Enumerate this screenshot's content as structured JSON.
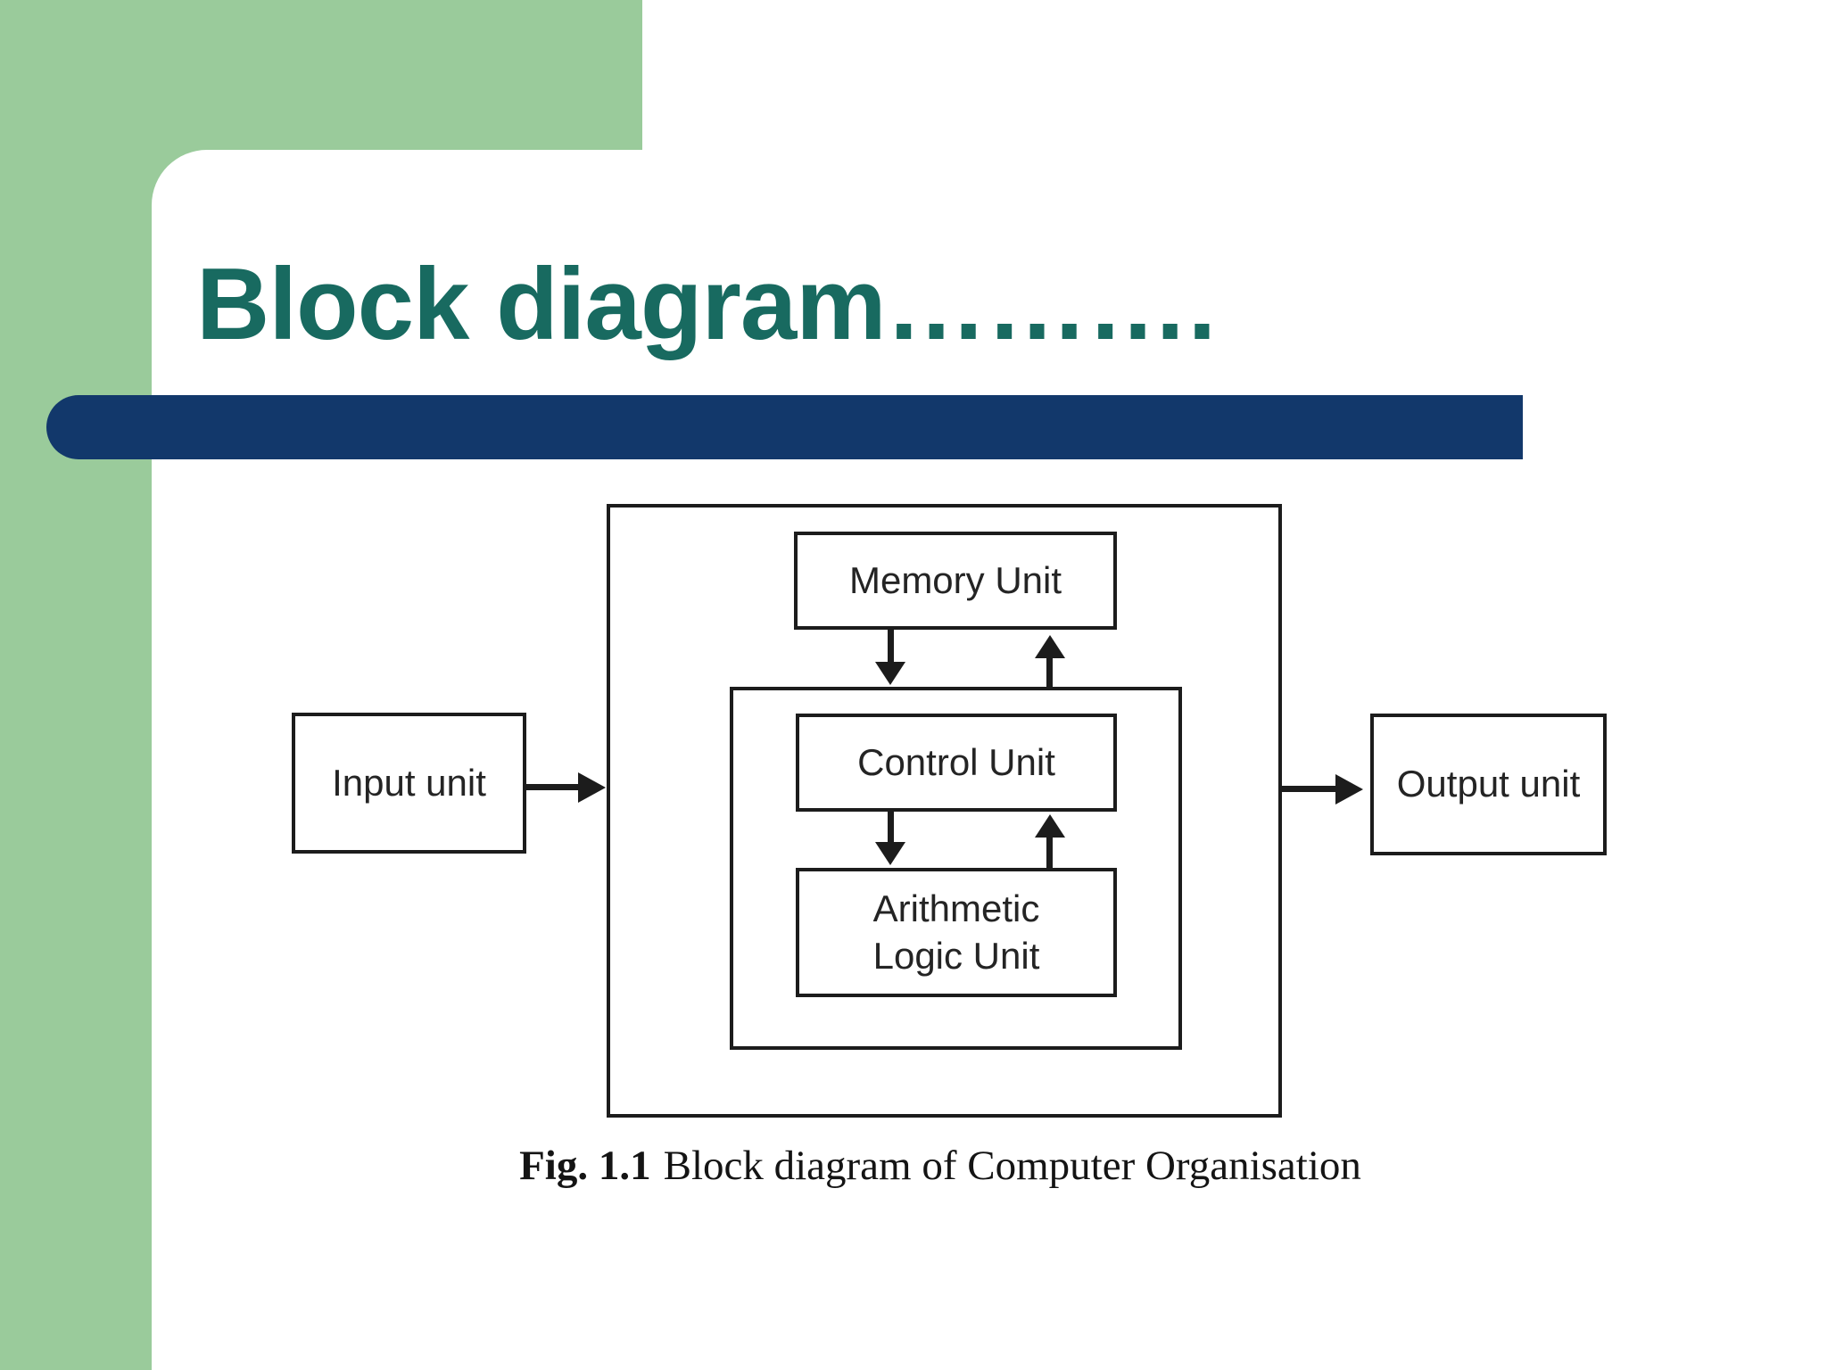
{
  "slide": {
    "title": "Block diagram……….",
    "caption_label": "Fig. 1.1",
    "caption_text": "Block diagram of Computer Organisation"
  },
  "colors": {
    "background_green": "#9ACB9B",
    "accent_navy": "#12386B",
    "title_teal": "#186A60",
    "diagram_line": "#1C1C1C"
  },
  "diagram": {
    "blocks": {
      "memory": "Memory Unit",
      "control": "Control Unit",
      "alu_line1": "Arithmetic",
      "alu_line2": "Logic Unit",
      "input": "Input unit",
      "output": "Output unit"
    },
    "connections": [
      {
        "from": "Memory Unit",
        "to": "CPU inner box",
        "direction": "down"
      },
      {
        "from": "CPU inner box",
        "to": "Memory Unit",
        "direction": "up"
      },
      {
        "from": "Control Unit",
        "to": "Arithmetic Logic Unit",
        "direction": "down"
      },
      {
        "from": "Arithmetic Logic Unit",
        "to": "Control Unit",
        "direction": "up"
      },
      {
        "from": "Input unit",
        "to": "Computer outer box",
        "direction": "right"
      },
      {
        "from": "Computer outer box",
        "to": "Output unit",
        "direction": "right"
      }
    ]
  }
}
